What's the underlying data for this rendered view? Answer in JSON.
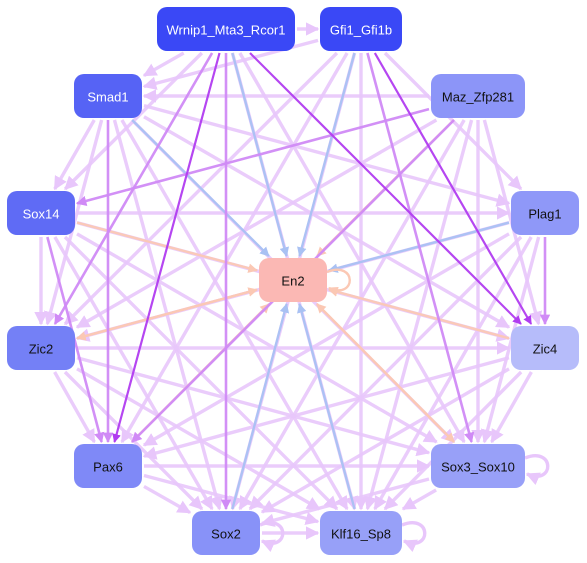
{
  "colors": {
    "edge_strong": "#b13cf0",
    "edge_medium": "#d08af6",
    "edge_light": "#e8c6fb",
    "edge_blue": "#a9c1f3",
    "edge_peach": "#fbc8b4",
    "node_fill_dark": "#3a48f6",
    "node_fill_mid": "#5663f5",
    "node_fill_light": "#8c95f8",
    "node_fill_pale": "#b0b6fa",
    "node_fill_center": "#fbb8b4",
    "label_light": "#ffffff",
    "label_dark": "#111111"
  },
  "nodes": [
    {
      "id": "wrnip1",
      "label": "Wrnip1_Mta3_Rcor1",
      "fill": "#3a48f6",
      "text": "light"
    },
    {
      "id": "gfi1",
      "label": "Gfi1_Gfi1b",
      "fill": "#3a48f6",
      "text": "light"
    },
    {
      "id": "smad1",
      "label": "Smad1",
      "fill": "#5663f5",
      "text": "light"
    },
    {
      "id": "maz",
      "label": "Maz_Zfp281",
      "fill": "#8c95f8",
      "text": "dark"
    },
    {
      "id": "sox14",
      "label": "Sox14",
      "fill": "#5f6bf5",
      "text": "light"
    },
    {
      "id": "plag1",
      "label": "Plag1",
      "fill": "#8f98f8",
      "text": "dark"
    },
    {
      "id": "en2",
      "label": "En2",
      "fill": "#fbb8b4",
      "text": "dark"
    },
    {
      "id": "zic2",
      "label": "Zic2",
      "fill": "#7480f6",
      "text": "dark"
    },
    {
      "id": "zic4",
      "label": "Zic4",
      "fill": "#b6bcfa",
      "text": "dark"
    },
    {
      "id": "pax6",
      "label": "Pax6",
      "fill": "#7f89f7",
      "text": "dark"
    },
    {
      "id": "sox3",
      "label": "Sox3_Sox10",
      "fill": "#98a0f8",
      "text": "dark"
    },
    {
      "id": "sox2",
      "label": "Sox2",
      "fill": "#8892f8",
      "text": "dark"
    },
    {
      "id": "klf16",
      "label": "Klf16_Sp8",
      "fill": "#97a0f8",
      "text": "dark"
    }
  ],
  "edges": [
    {
      "from": "wrnip1",
      "to": "gfi1",
      "tone": "light"
    },
    {
      "from": "wrnip1",
      "to": "smad1",
      "tone": "light"
    },
    {
      "from": "wrnip1",
      "to": "pax6",
      "tone": "strong"
    },
    {
      "from": "wrnip1",
      "to": "sox2",
      "tone": "medium"
    },
    {
      "from": "wrnip1",
      "to": "zic4",
      "tone": "strong"
    },
    {
      "from": "wrnip1",
      "to": "en2",
      "tone": "blue"
    },
    {
      "from": "wrnip1",
      "to": "zic2",
      "tone": "medium"
    },
    {
      "from": "wrnip1",
      "to": "klf16",
      "tone": "light"
    },
    {
      "from": "wrnip1",
      "to": "sox3",
      "tone": "light"
    },
    {
      "from": "wrnip1",
      "to": "sox14",
      "tone": "light"
    },
    {
      "from": "gfi1",
      "to": "zic4",
      "tone": "strong"
    },
    {
      "from": "gfi1",
      "to": "sox3",
      "tone": "medium"
    },
    {
      "from": "gfi1",
      "to": "en2",
      "tone": "blue"
    },
    {
      "from": "gfi1",
      "to": "smad1",
      "tone": "light"
    },
    {
      "from": "gfi1",
      "to": "sox2",
      "tone": "light"
    },
    {
      "from": "gfi1",
      "to": "pax6",
      "tone": "light"
    },
    {
      "from": "gfi1",
      "to": "klf16",
      "tone": "light"
    },
    {
      "from": "gfi1",
      "to": "zic2",
      "tone": "light"
    },
    {
      "from": "gfi1",
      "to": "plag1",
      "tone": "light"
    },
    {
      "from": "smad1",
      "to": "en2",
      "tone": "blue"
    },
    {
      "from": "smad1",
      "to": "sox14",
      "tone": "light"
    },
    {
      "from": "smad1",
      "to": "zic2",
      "tone": "light"
    },
    {
      "from": "smad1",
      "to": "pax6",
      "tone": "medium"
    },
    {
      "from": "smad1",
      "to": "sox2",
      "tone": "light"
    },
    {
      "from": "smad1",
      "to": "klf16",
      "tone": "light"
    },
    {
      "from": "smad1",
      "to": "sox3",
      "tone": "light"
    },
    {
      "from": "smad1",
      "to": "zic4",
      "tone": "light"
    },
    {
      "from": "smad1",
      "to": "plag1",
      "tone": "light"
    },
    {
      "from": "maz",
      "to": "en2",
      "tone": "peach"
    },
    {
      "from": "maz",
      "to": "pax6",
      "tone": "medium"
    },
    {
      "from": "maz",
      "to": "sox14",
      "tone": "medium"
    },
    {
      "from": "maz",
      "to": "zic2",
      "tone": "light"
    },
    {
      "from": "maz",
      "to": "sox2",
      "tone": "light"
    },
    {
      "from": "maz",
      "to": "klf16",
      "tone": "light"
    },
    {
      "from": "maz",
      "to": "sox3",
      "tone": "light"
    },
    {
      "from": "maz",
      "to": "zic4",
      "tone": "light"
    },
    {
      "from": "maz",
      "to": "smad1",
      "tone": "light"
    },
    {
      "from": "sox14",
      "to": "en2",
      "tone": "peach"
    },
    {
      "from": "sox14",
      "to": "zic2",
      "tone": "light"
    },
    {
      "from": "sox14",
      "to": "pax6",
      "tone": "medium"
    },
    {
      "from": "sox14",
      "to": "sox2",
      "tone": "light"
    },
    {
      "from": "sox14",
      "to": "klf16",
      "tone": "light"
    },
    {
      "from": "sox14",
      "to": "sox3",
      "tone": "light"
    },
    {
      "from": "sox14",
      "to": "zic4",
      "tone": "light"
    },
    {
      "from": "sox14",
      "to": "plag1",
      "tone": "light"
    },
    {
      "from": "plag1",
      "to": "en2",
      "tone": "blue"
    },
    {
      "from": "plag1",
      "to": "zic4",
      "tone": "medium"
    },
    {
      "from": "plag1",
      "to": "sox3",
      "tone": "light"
    },
    {
      "from": "plag1",
      "to": "sox2",
      "tone": "light"
    },
    {
      "from": "plag1",
      "to": "pax6",
      "tone": "light"
    },
    {
      "from": "plag1",
      "to": "zic2",
      "tone": "light"
    },
    {
      "from": "plag1",
      "to": "klf16",
      "tone": "light"
    },
    {
      "from": "zic2",
      "to": "en2",
      "tone": "peach"
    },
    {
      "from": "zic2",
      "to": "pax6",
      "tone": "light"
    },
    {
      "from": "zic2",
      "to": "sox2",
      "tone": "light"
    },
    {
      "from": "zic2",
      "to": "klf16",
      "tone": "light"
    },
    {
      "from": "zic2",
      "to": "sox3",
      "tone": "light"
    },
    {
      "from": "zic2",
      "to": "zic4",
      "tone": "light"
    },
    {
      "from": "zic4",
      "to": "en2",
      "tone": "peach"
    },
    {
      "from": "zic4",
      "to": "sox3",
      "tone": "light"
    },
    {
      "from": "zic4",
      "to": "klf16",
      "tone": "light"
    },
    {
      "from": "zic4",
      "to": "sox2",
      "tone": "light"
    },
    {
      "from": "zic4",
      "to": "pax6",
      "tone": "light"
    },
    {
      "from": "pax6",
      "to": "en2",
      "tone": "peach"
    },
    {
      "from": "pax6",
      "to": "sox2",
      "tone": "light"
    },
    {
      "from": "pax6",
      "to": "klf16",
      "tone": "light"
    },
    {
      "from": "pax6",
      "to": "sox3",
      "tone": "light"
    },
    {
      "from": "sox3",
      "to": "en2",
      "tone": "peach"
    },
    {
      "from": "sox3",
      "to": "klf16",
      "tone": "light"
    },
    {
      "from": "sox3",
      "to": "sox2",
      "tone": "light"
    },
    {
      "from": "sox2",
      "to": "en2",
      "tone": "blue"
    },
    {
      "from": "sox2",
      "to": "klf16",
      "tone": "light"
    },
    {
      "from": "klf16",
      "to": "en2",
      "tone": "blue"
    },
    {
      "from": "en2",
      "to": "sox3",
      "tone": "peach"
    },
    {
      "from": "en2",
      "to": "zic2",
      "tone": "peach"
    }
  ],
  "self_loops": [
    {
      "node": "en2",
      "tone": "peach"
    },
    {
      "node": "sox3",
      "tone": "light"
    },
    {
      "node": "sox2",
      "tone": "light"
    },
    {
      "node": "klf16",
      "tone": "light"
    }
  ]
}
